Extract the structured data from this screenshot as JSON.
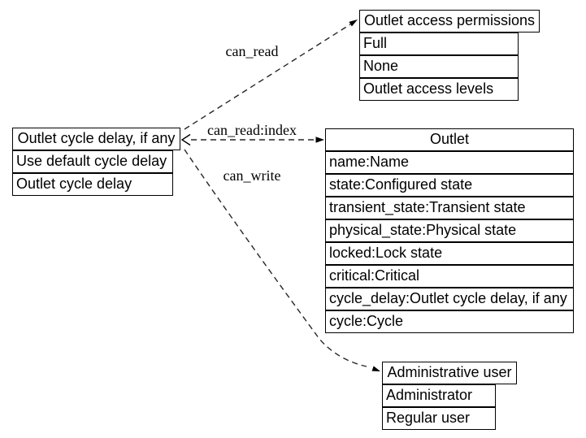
{
  "diagram": {
    "colors": {
      "background": "#ffffff",
      "node_border": "#000000",
      "node_fill": "#ffffff",
      "edge": "#262626",
      "text": "#000000"
    },
    "nodes": [
      {
        "id": "outlet-cycle-delay",
        "title": "Outlet cycle delay, if any",
        "rows": [
          "Use default cycle delay",
          "Outlet cycle delay"
        ]
      },
      {
        "id": "outlet-access-permissions",
        "title": "Outlet access permissions",
        "rows": [
          "Full",
          "None",
          "Outlet access levels"
        ]
      },
      {
        "id": "outlet",
        "title": "Outlet",
        "rows": [
          "name:Name",
          "state:Configured state",
          "transient_state:Transient state",
          "physical_state:Physical state",
          "locked:Lock state",
          "critical:Critical",
          "cycle_delay:Outlet cycle delay, if any",
          "cycle:Cycle"
        ]
      },
      {
        "id": "administrative-user",
        "title": "Administrative user",
        "rows": [
          "Administrator",
          "Regular user"
        ]
      }
    ],
    "edges": [
      {
        "id": "can-read",
        "label": "can_read",
        "from": "outlet-cycle-delay",
        "to": "outlet-access-permissions",
        "style": "dashed",
        "direction": "forward"
      },
      {
        "id": "can-read-index",
        "label": "can_read:index",
        "from": "outlet-cycle-delay",
        "to": "outlet",
        "style": "dashed",
        "direction": "both"
      },
      {
        "id": "can-write",
        "label": "can_write",
        "from": "outlet-cycle-delay",
        "to": "administrative-user",
        "style": "dashed",
        "direction": "forward"
      }
    ]
  }
}
